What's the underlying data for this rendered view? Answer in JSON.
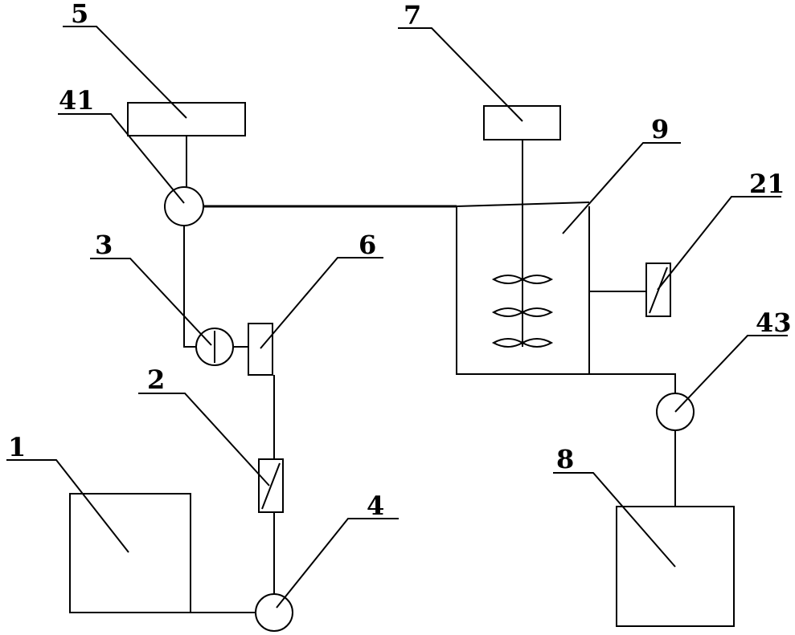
{
  "labels": {
    "n1": "1",
    "n2": "2",
    "n3": "3",
    "n4": "4",
    "n41": "41",
    "n43": "43",
    "n5": "5",
    "n6": "6",
    "n7": "7",
    "n8": "8",
    "n9": "9",
    "n21": "21"
  }
}
